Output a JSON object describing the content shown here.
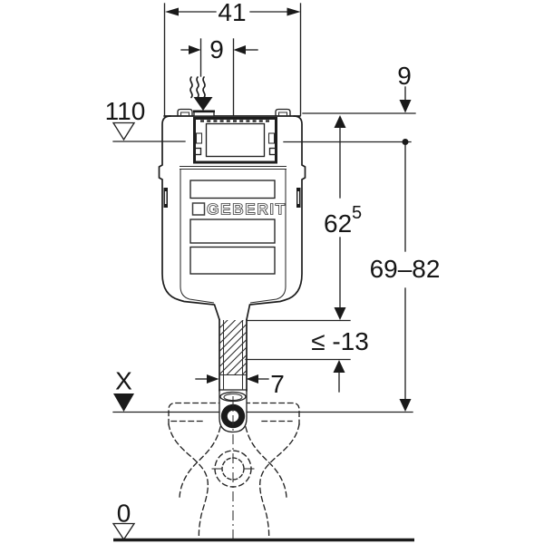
{
  "diagram": {
    "brand": "GEBERIT",
    "labels": {
      "cistern_width": "41",
      "supply_offset": "9",
      "water_level": "110",
      "top_offset": "9",
      "cistern_height": "62",
      "cistern_height_sup": "5",
      "install_height": "69–82",
      "bend_depth": "≤ -13",
      "pipe_width": "7",
      "level_x": "X",
      "level_zero": "0"
    },
    "colors": {
      "ink": "#1c1c1c",
      "background": "#ffffff"
    }
  }
}
